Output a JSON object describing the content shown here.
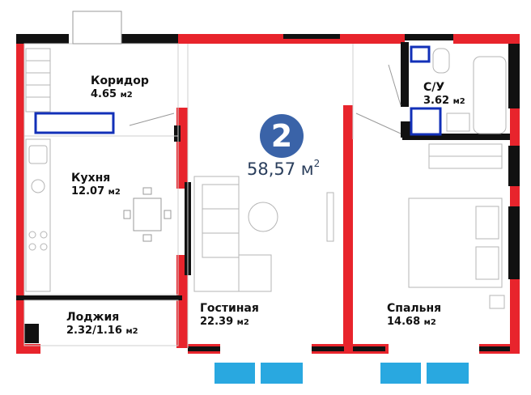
{
  "plan": {
    "apartment_number": "2",
    "total_area": "58,57 м",
    "total_area_sup": "2",
    "colors": {
      "wall": "#e8242c",
      "partition": "#111111",
      "storage": "#1230b8",
      "window": "#29a8e0",
      "badge": "#3a63a8"
    },
    "rooms": [
      {
        "id": "corridor",
        "name": "Коридор",
        "area": "4.65",
        "unit": "м2"
      },
      {
        "id": "bathroom",
        "name": "С/У",
        "area": "3.62",
        "unit": "м2"
      },
      {
        "id": "kitchen",
        "name": "Кухня",
        "area": "12.07",
        "unit": "м2"
      },
      {
        "id": "living",
        "name": "Гостиная",
        "area": "22.39",
        "unit": "м2"
      },
      {
        "id": "loggia",
        "name": "Лоджия",
        "area": "2.32/1.16",
        "unit": "м2"
      },
      {
        "id": "bedroom",
        "name": "Спальня",
        "area": "14.68",
        "unit": "м2"
      }
    ],
    "icons": [
      "apartment-badge",
      "floor-plan",
      "window-marker",
      "door-swing",
      "furniture"
    ]
  }
}
